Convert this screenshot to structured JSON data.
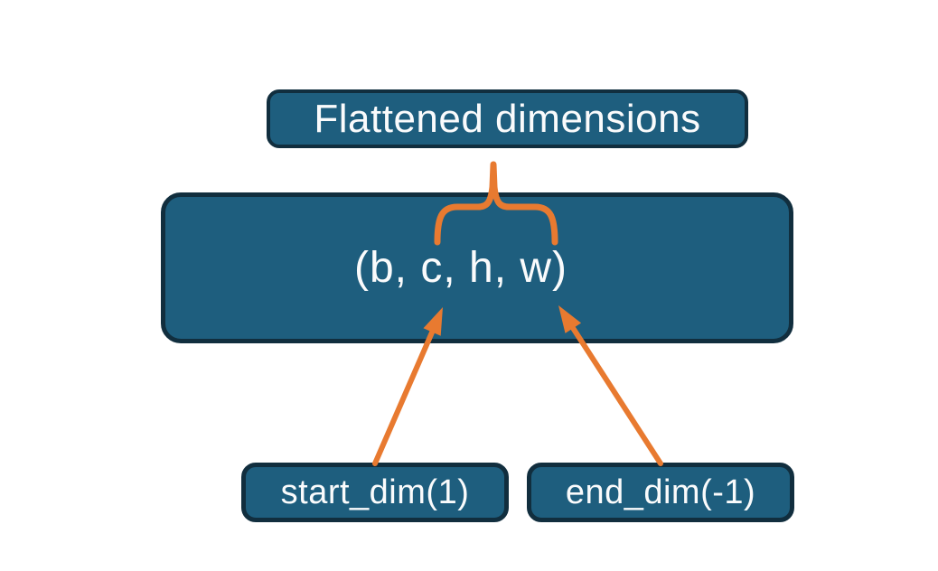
{
  "diagram": {
    "background_color": "#ffffff",
    "colors": {
      "box_fill": "#1e5e7e",
      "box_border": "#112e3e",
      "connector_orange": "#e87a30",
      "text": "#fafbfc"
    },
    "boxes": {
      "flattened": {
        "label": "Flattened dimensions"
      },
      "tensor": {
        "label": "(b, c, h, w)"
      },
      "start_dim": {
        "label": "start_dim(1)"
      },
      "end_dim": {
        "label": "end_dim(-1)"
      }
    }
  }
}
